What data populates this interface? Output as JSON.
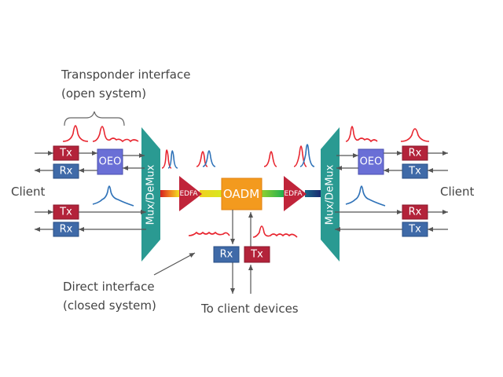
{
  "labels": {
    "transponder_line1": "Transponder interface",
    "transponder_line2": "(open system)",
    "direct_line1": "Direct interface",
    "direct_line2": "(closed system)",
    "client_left": "Client",
    "client_right": "Client",
    "to_client": "To client devices"
  },
  "blocks": {
    "tx": "Tx",
    "rx": "Rx",
    "oeo": "OEO",
    "mux": "Mux/DeMux",
    "edfa": "EDFA",
    "oadm": "OADM"
  },
  "colors": {
    "tx_fill": "#b3233a",
    "rx_fill": "#3f6aa8",
    "oeo_fill": "#6a6fd6",
    "mux_fill": "#2a9a92",
    "edfa_fill": "#c0243a",
    "oadm_fill": "#f39a1e",
    "red_pulse": "#e8252f",
    "blue_pulse": "#2f72b8"
  }
}
